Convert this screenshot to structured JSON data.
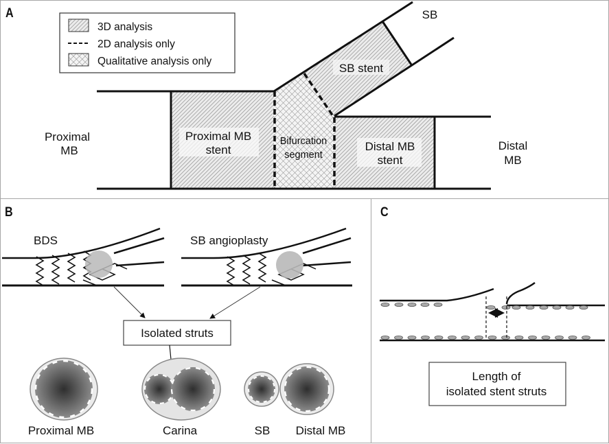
{
  "panel_a": {
    "letter": "A",
    "legend": [
      {
        "pattern": "diagonal-hatch",
        "label": "3D analysis"
      },
      {
        "pattern": "dashed-line",
        "label": "2D analysis only"
      },
      {
        "pattern": "cross-hatch",
        "label": "Qualitative analysis only"
      }
    ],
    "labels": {
      "proximal_mb_line1": "Proximal",
      "proximal_mb_line2": "MB",
      "distal_mb_line1": "Distal",
      "distal_mb_line2": "MB",
      "sb": "SB",
      "sb_stent": "SB stent",
      "proximal_stent_line1": "Proximal MB",
      "proximal_stent_line2": "stent",
      "bifurcation_line1": "Bifurcation",
      "bifurcation_line2": "segment",
      "distal_stent_line1": "Distal MB",
      "distal_stent_line2": "stent"
    }
  },
  "panel_b": {
    "letter": "B",
    "bds_label": "BDS",
    "sb_angioplasty_label": "SB angioplasty",
    "isolated_struts_label": "Isolated struts",
    "cross_sections": {
      "proximal_mb": "Proximal MB",
      "carina": "Carina",
      "sb": "SB",
      "distal_mb": "Distal MB"
    }
  },
  "panel_c": {
    "letter": "C",
    "box_line1": "Length of",
    "box_line2": "isolated stent struts"
  },
  "colors": {
    "line": "#111111",
    "panel_border": "#a6a6a6",
    "hatch_fill": "#e6e6e6",
    "balloon": "#b8b8b8",
    "lumen_dark": "#3a3a3a",
    "lumen_mid": "#8a8a8a",
    "vessel_wall": "#e8e8e8"
  }
}
